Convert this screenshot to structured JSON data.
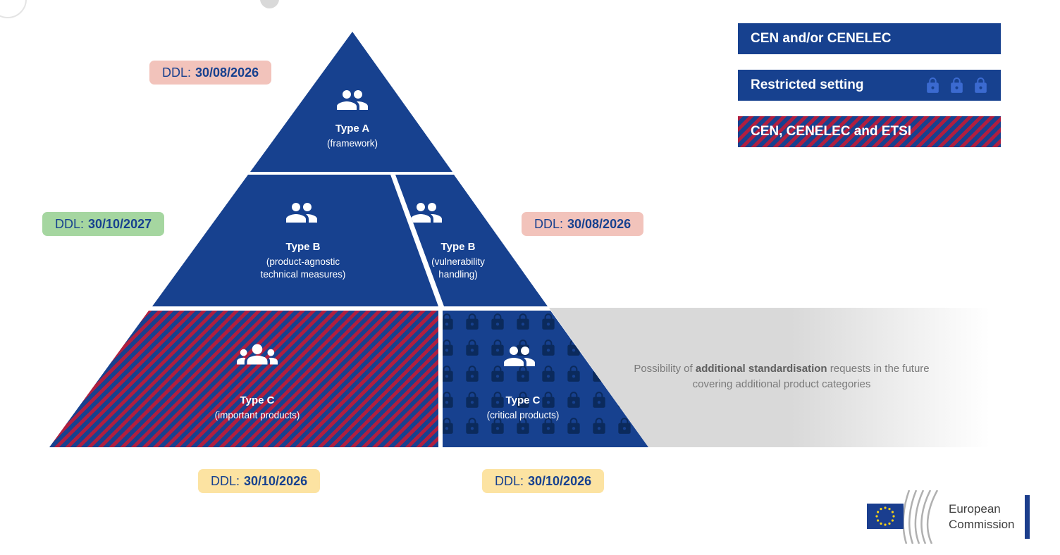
{
  "pyramid": {
    "type_a": {
      "title": "Type A",
      "subtitle": "(framework)"
    },
    "type_b_product": {
      "title": "Type B",
      "subtitle1": "(product-agnostic",
      "subtitle2": "technical measures)"
    },
    "type_b_vuln": {
      "title": "Type B",
      "subtitle1": "(vulnerability",
      "subtitle2": "handling)"
    },
    "type_c_important": {
      "title": "Type C",
      "subtitle": "(important products)"
    },
    "type_c_critical": {
      "title": "Type C",
      "subtitle": "(critical products)"
    }
  },
  "badges": {
    "type_a": {
      "prefix": "DDL:",
      "date": "30/08/2026"
    },
    "type_b_product": {
      "prefix": "DDL:",
      "date": "30/10/2027"
    },
    "type_b_vuln": {
      "prefix": "DDL:",
      "date": "30/08/2026"
    },
    "type_c_important": {
      "prefix": "DDL:",
      "date": "30/10/2026"
    },
    "type_c_critical": {
      "prefix": "DDL:",
      "date": "30/10/2026"
    }
  },
  "legend": {
    "items": [
      {
        "label": "CEN and/or CENELEC",
        "style": "solid"
      },
      {
        "label": "Restricted setting",
        "style": "locks"
      },
      {
        "label": "CEN, CENELEC and ETSI",
        "style": "hatched"
      }
    ]
  },
  "note": {
    "pre": "Possibility of ",
    "bold": "additional standardisation",
    "post": " requests in the future",
    "line2": "covering additional product categories"
  },
  "logo": {
    "line1": "European",
    "line2": "Commission"
  },
  "icons": {
    "pyramid_people": "people-icon",
    "pyramid_groups": "groups-icon",
    "lock": "lock-icon",
    "eu_flag": "eu-flag-icon"
  },
  "colors": {
    "pyramid_blue": "#17418f",
    "hatch_red": "#b01e3f",
    "lock_dark": "#0b2a5c",
    "legend_lock_blue": "#3b6ad0",
    "badge_pink": "#f2c3bb",
    "badge_green": "#a5d6a0",
    "badge_yellow": "#fce3a2",
    "badge_text_blue": "#17418f",
    "note_gray": "#d9d9d9",
    "note_text_gray": "#7a7a7a",
    "star_yellow": "#f7d117"
  }
}
